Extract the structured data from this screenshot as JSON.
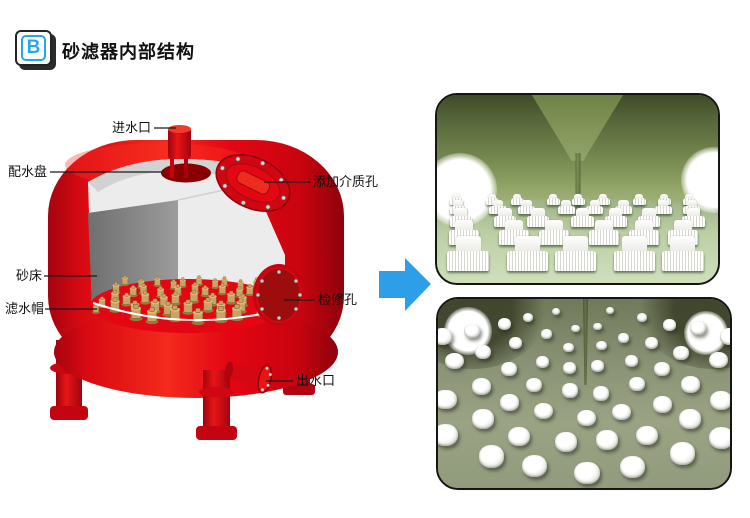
{
  "header": {
    "badge_letter": "B",
    "title": "砂滤器内部结构"
  },
  "diagram": {
    "subject": "砂滤器剖面结构示意图",
    "labels": [
      {
        "id": "inlet",
        "text": "进水口"
      },
      {
        "id": "distributor",
        "text": "配水盘"
      },
      {
        "id": "sand-bed",
        "text": "砂床"
      },
      {
        "id": "filter-cap",
        "text": "滤水帽"
      },
      {
        "id": "media-hole",
        "text": "添加介质孔"
      },
      {
        "id": "manhole",
        "text": "检修孔"
      },
      {
        "id": "outlet",
        "text": "出水口"
      }
    ]
  },
  "arrow": {
    "direction": "right"
  },
  "colors": {
    "badge_blue": "#29a8e0",
    "arrow_blue": "#2d9fe8",
    "tank_red": "#e30613",
    "tank_dark_red": "#9d0d0d",
    "interior_gray": "#8c8c8c",
    "interior_light_gray": "#ececec",
    "nozzle_tan": "#c9a265",
    "photo_wall_green": "#73864e",
    "photo_floor_green": "#c3d6ac",
    "photo_plate_green": "#97a181",
    "label_color": "#111111"
  }
}
